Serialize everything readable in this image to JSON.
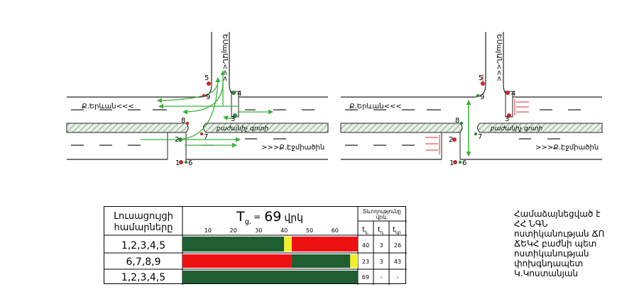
{
  "left_plan": {
    "street_north": "ԵՍայԱՆ<<<",
    "street_west": "Ք.Երևան<<<",
    "street_east": ">>>Ք.Էջմիածին",
    "median_label": "բաժանիչ գոտի",
    "signals": [
      "5",
      "9",
      "4",
      "8",
      "3",
      "2",
      "7",
      "1",
      "6"
    ]
  },
  "right_plan": {
    "street_north": "ԵՍայԱՆ<<<",
    "street_west": "Ք.Երևան<<<",
    "street_east": ">>>Ք.Էջմիածին",
    "median_label": "բաժանիչ գոտի",
    "signals": [
      "5",
      "9",
      "4",
      "8",
      "3",
      "2",
      "7",
      "1",
      "6"
    ]
  },
  "table": {
    "header_col1": "Լուսացույցի համարները",
    "header_cycle_prefix": "T",
    "header_cycle_sub": "ց.",
    "header_cycle_eq": "=",
    "header_cycle_value": "69",
    "header_cycle_unit": "վրկ",
    "duration_header": "Տևողությունը վրկ.",
    "sub_headers": [
      {
        "main": "t",
        "sub": "կ."
      },
      {
        "main": "t",
        "sub": "դ."
      },
      {
        "main": "t",
        "sub": "կր"
      }
    ],
    "ticks": [
      "10",
      "20",
      "30",
      "40",
      "50",
      "60"
    ],
    "tick_values": [
      10,
      20,
      30,
      40,
      50,
      60
    ],
    "axis_max": 69,
    "rows": [
      {
        "label": "1,2,3,4,5",
        "segments": [
          {
            "color": "green",
            "start": 0,
            "end": 40
          },
          {
            "color": "yellow",
            "start": 40,
            "end": 43
          },
          {
            "color": "red",
            "start": 43,
            "end": 69
          }
        ],
        "t_green": "40",
        "t_yellow": "3",
        "t_red": "26"
      },
      {
        "label": "6,7,8,9",
        "segments": [
          {
            "color": "red",
            "start": 0,
            "end": 43
          },
          {
            "color": "green",
            "start": 43,
            "end": 66
          },
          {
            "color": "yellow",
            "start": 66,
            "end": 69
          }
        ],
        "t_green": "23",
        "t_yellow": "3",
        "t_red": "43"
      },
      {
        "label": "1,2,3,4,5",
        "segments": [
          {
            "color": "green",
            "start": 0,
            "end": 69
          }
        ],
        "t_green": "69",
        "t_yellow": "-",
        "t_red": "-"
      }
    ],
    "colors": {
      "green": "#1e5e30",
      "yellow": "#f2ef2a",
      "red": "#ee1111"
    }
  },
  "approval": {
    "lines": [
      "Համաձայնեցված է",
      "ՀՀ ՆԳՆ",
      "ոստիկանության ՃՈ",
      "ՃԵԿՀ բաժնի պետ",
      "ոստիկանության",
      "փոխգնդապետ",
      "Կ.Կոստանյան"
    ]
  },
  "colors": {
    "flow_arrow": "#3ab13a",
    "ped_bar": "#d83030",
    "hatch": "#6a9a6a"
  }
}
